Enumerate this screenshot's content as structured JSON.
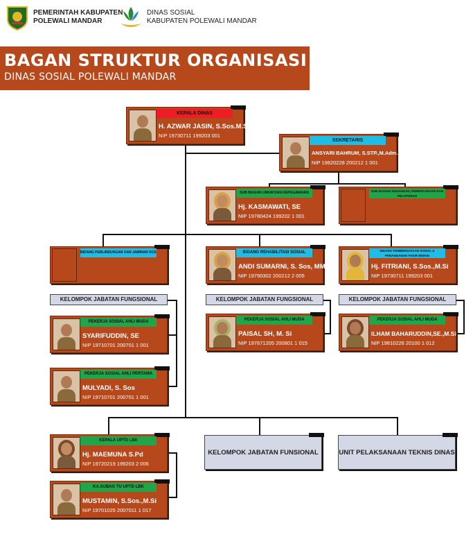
{
  "header": {
    "gov_line1": "PEMERINTAH KABUPATEN",
    "gov_line2": "POLEWALI MANDAR",
    "dept_line1": "DINAS SOSIAL",
    "dept_line2": "KABUPATEN POLEWALI MANDAR"
  },
  "banner": {
    "title": "BAGAN STRUKTUR ORGANISASI",
    "subtitle": "DINAS SOSIAL POLEWALI MANDAR"
  },
  "kepala": {
    "role": "KEPALA DINAS",
    "name": "H. AZWAR JASIN, S.Sos.M.Si",
    "nip": "NIP 19730711 199203 001"
  },
  "sekretaris": {
    "role": "SEKRETARIS",
    "name": "ANSYARI BAHRUM, S.STP.,M.Adm.KP",
    "nip": "NIP 19820228 200212 1 001"
  },
  "subbag_umum": {
    "role": "SUB BAGIAN UMUM DAN KEPEGAWAIAN",
    "name": "Hj. KASMAWATI, SE",
    "nip": "NIP 19780424 199202 1  001"
  },
  "subbag_keuangan": {
    "role": "SUB BAGIAN KEUANGAN, PERENCANAAN DAN PELAPORAN"
  },
  "bidang_perlindungan": {
    "role": "BIDANG PERLINDUNGAN DAN JAMINAN SOSIAL"
  },
  "bidang_rehab": {
    "role": "BIDANG REHABILITASI SOSIAL",
    "name": "ANDI SUMARNI, S. Sos, MM",
    "nip": "NIP 19790302 200212 2 005"
  },
  "bidang_pemberdayaan": {
    "role": "BIDANG PEMBERDAYAAN SOSIAL & PENANGANAN FAKIR MISKIN",
    "name": "Hj. FITRIANI, S.Sos.,M.Si",
    "nip": "NIP 19730711 199203 001"
  },
  "fungsional_label": "KELOMPOK JABATAN FUNGSIONAL",
  "pekerja1": {
    "role": "PEKERJA SOSIAL AHLI MUDA",
    "name": "SYARIFUDDIN, SE",
    "nip": "NIP 19710701 200701 1 001"
  },
  "pekerja2": {
    "role": "PEKERJA SOSIAL AHLI PERTAMA",
    "name": "MULYADI, S. Sos",
    "nip": "NIP 19710701 200701 1 001"
  },
  "pekerja3": {
    "role": "PEKERJA SOSIAL AHLI MUDA",
    "name": "PAISAL SH, M. Si",
    "nip": "NIP 197671205 200801 1 015"
  },
  "pekerja4": {
    "role": "PEKERJA SOSIAL AHLI MUDA",
    "name": "ILHAM BAHARUDDIN,SE.,M.Si",
    "nip": "NIP 19810226 20100 1 012"
  },
  "uptd": {
    "role": "KEPALA UPTD LBK",
    "name": "Hj. MAEMUNA S.Pd",
    "nip": "NIP 19720219 199203 2 006"
  },
  "katu": {
    "role": "KA.SUBAG TU UPTD LBK",
    "name": "MUSTAMIN, S.Sos.,M.Si",
    "nip": "NIP 19701025 2007011 1 017"
  },
  "bottom_fungsional": "KELOMPOK JABATAN FUNSIONAL",
  "bottom_unit": "UNIT PELAKSANAAN TEKNIS DINAS"
}
